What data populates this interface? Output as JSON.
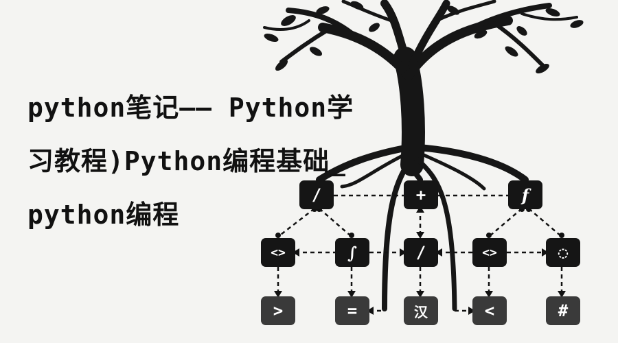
{
  "article": {
    "title": "python笔记—— Python学习教程)Python编程基础_python编程"
  },
  "nodes": {
    "row1": [
      "/",
      "+",
      "f"
    ],
    "row2": [
      "<>",
      "∫",
      "/",
      "<>",
      "◌"
    ],
    "row3": [
      ">",
      "=",
      "汉",
      "<",
      "#"
    ]
  },
  "colors": {
    "background": "#f4f4f2",
    "tree": "#161616",
    "node": "#151515"
  }
}
